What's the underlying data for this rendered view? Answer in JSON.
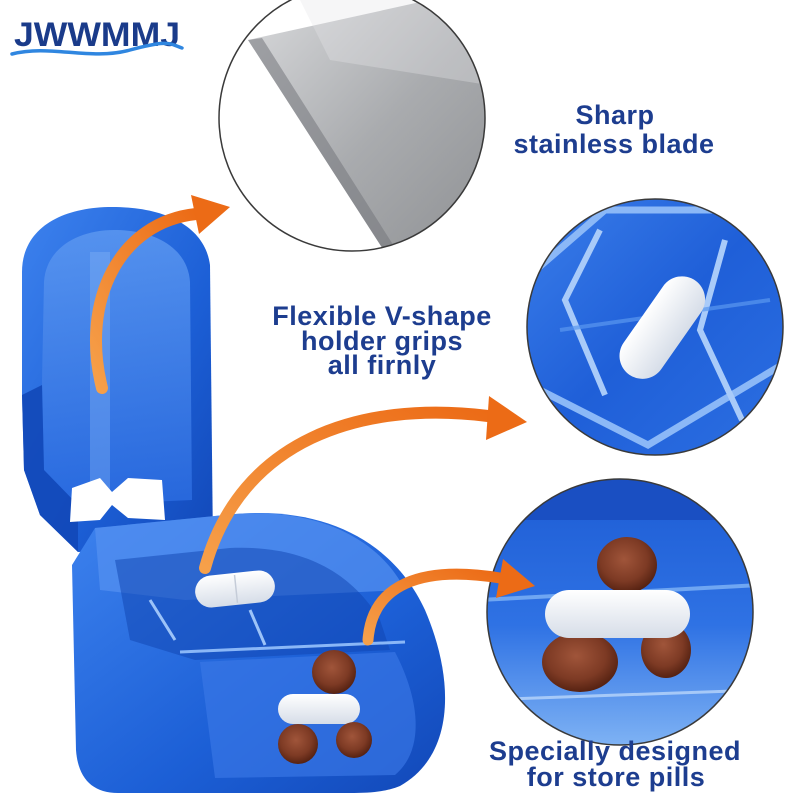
{
  "logo": {
    "text": "JWWMMJ"
  },
  "callouts": {
    "blade": {
      "lines": [
        "Sharp",
        "stainless blade"
      ]
    },
    "holder": {
      "lines": [
        "Flexible V-shape",
        "holder grips",
        "all firnly"
      ]
    },
    "storage": {
      "lines": [
        "Specially designed",
        "for store pills"
      ]
    }
  },
  "icons": {
    "arrow_blade": "curved-arrow-icon",
    "arrow_holder": "curved-arrow-icon",
    "arrow_storage": "curved-arrow-icon"
  },
  "colors": {
    "text": "#1d3d8f",
    "logo": "#1a3b8a",
    "logo_wave": "#2f86e0",
    "arrow": "#ec6b16",
    "plastic": "#1f63d9",
    "blade": "#a9abae",
    "brown_pill": "#7d3a24",
    "white_pill": "#ffffff"
  }
}
